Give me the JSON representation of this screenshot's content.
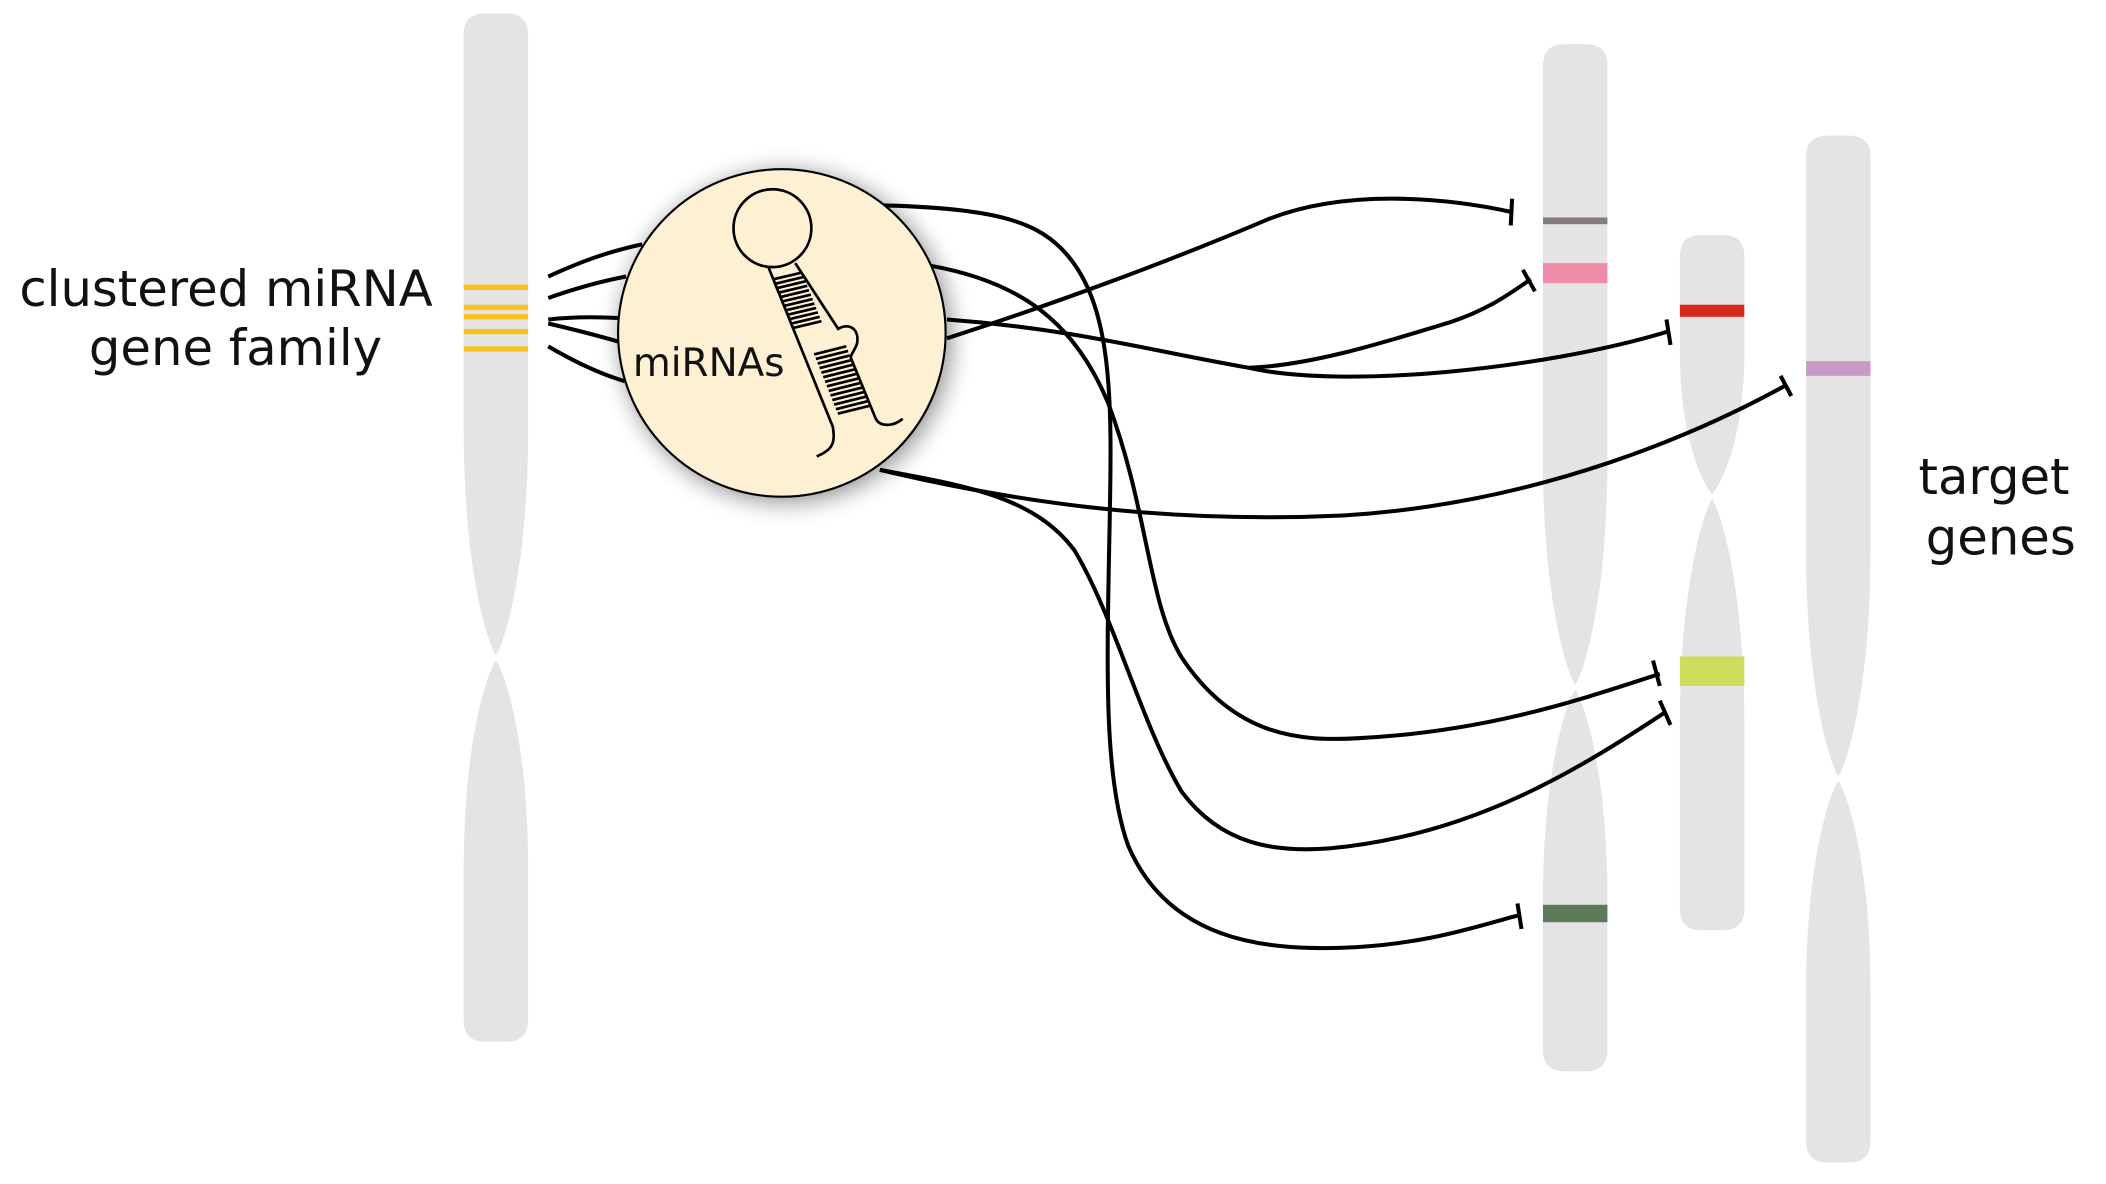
{
  "labels": {
    "source_line1": "clustered miRNA",
    "source_line2": "gene family",
    "center": "miRNAs",
    "target_line1": "target",
    "target_line2": "genes"
  },
  "colors": {
    "chromosome": "#e4e4e4",
    "cluster_band": "#f7c21c",
    "circle_fill": "#fdf0d3",
    "band_gray": "#857c80",
    "band_pink": "#f08ca8",
    "band_red": "#d7281c",
    "band_lime": "#cddc5a",
    "band_green": "#5c7a5c",
    "band_purple": "#c89ac8"
  }
}
